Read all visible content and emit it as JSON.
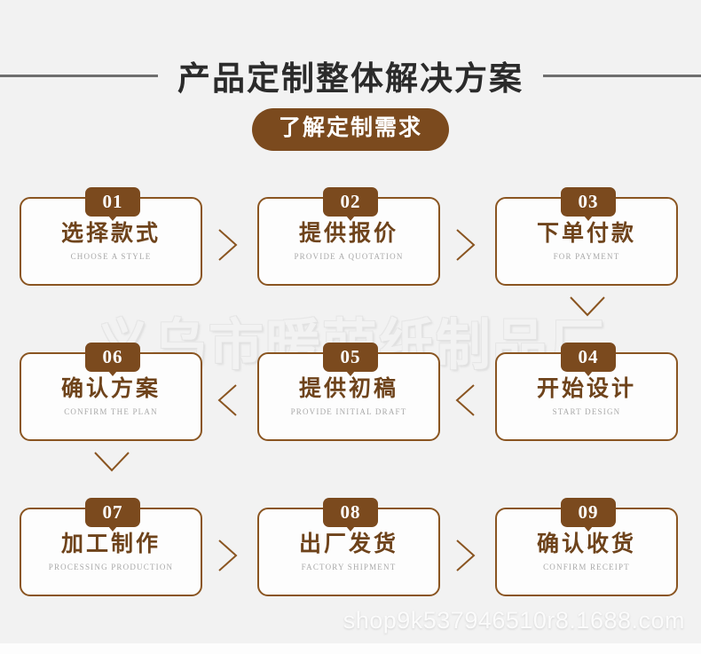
{
  "header": {
    "title": "产品定制整体解决方案",
    "rule_color": "#6f6f6f"
  },
  "cta": {
    "label": "了解定制需求",
    "color": "#7b4a1e"
  },
  "theme": {
    "brand_brown": "#7b4a1e",
    "border_brown": "#8a5521",
    "text_brown": "#6e431b",
    "page_bg": "#f2f2f2",
    "card_bg": "#fdfdfd",
    "subtitle_gray": "#a9a9a9"
  },
  "watermarks": {
    "center": "义乌市暖萌纸制品厂",
    "bottom": "shop9k537946510r8.1688.com"
  },
  "steps": {
    "rows": [
      {
        "direction": "ltr",
        "cells": [
          {
            "number": "01",
            "cn": "选择款式",
            "en": "CHOOSE A STYLE"
          },
          {
            "number": "02",
            "cn": "提供报价",
            "en": "PROVIDE A QUOTATION"
          },
          {
            "number": "03",
            "cn": "下单付款",
            "en": "FOR PAYMENT"
          }
        ]
      },
      {
        "direction": "rtl",
        "cells": [
          {
            "number": "06",
            "cn": "确认方案",
            "en": "CONFIRM THE PLAN"
          },
          {
            "number": "05",
            "cn": "提供初稿",
            "en": "PROVIDE INITIAL DRAFT"
          },
          {
            "number": "04",
            "cn": "开始设计",
            "en": "START DESIGN"
          }
        ]
      },
      {
        "direction": "ltr",
        "cells": [
          {
            "number": "07",
            "cn": "加工制作",
            "en": "PROCESSING PRODUCTION"
          },
          {
            "number": "08",
            "cn": "出厂发货",
            "en": "FACTORY SHIPMENT"
          },
          {
            "number": "09",
            "cn": "确认收货",
            "en": "CONFIRM RECEIPT"
          }
        ]
      }
    ]
  }
}
